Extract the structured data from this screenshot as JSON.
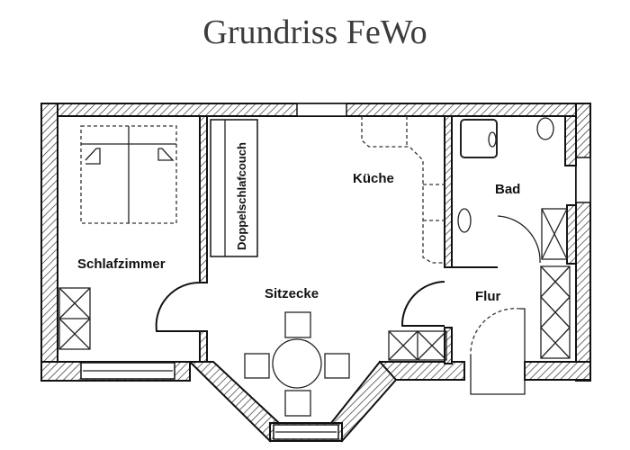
{
  "title": "Grundriss FeWo",
  "rooms": {
    "schlafzimmer": "Schlafzimmer",
    "kueche": "Küche",
    "bad": "Bad",
    "sitzecke": "Sitzecke",
    "flur": "Flur"
  },
  "furniture": {
    "couch": "Doppelschlafcouch"
  },
  "colors": {
    "line": "#111111",
    "background": "#ffffff",
    "title": "#3c3c3c"
  }
}
